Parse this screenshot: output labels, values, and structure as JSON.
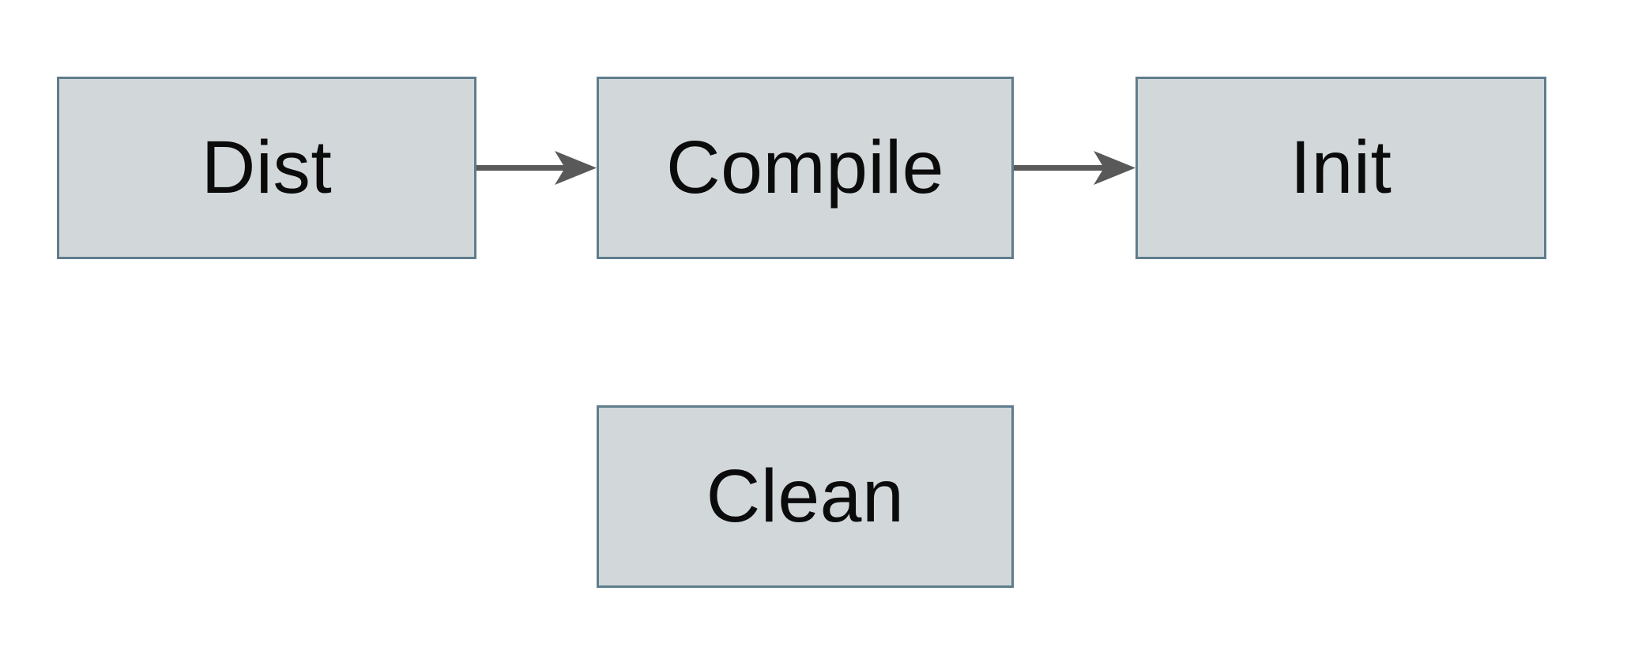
{
  "theme": {
    "canvas_bg": "#ffffff",
    "node_fill": "#d2d8da",
    "node_border": "#5f7d8c",
    "arrow_color": "#595959",
    "text_color": "#0b0b0b"
  },
  "diagram": {
    "type": "flowchart",
    "nodes": [
      {
        "id": "dist",
        "label": "Dist"
      },
      {
        "id": "compile",
        "label": "Compile"
      },
      {
        "id": "init",
        "label": "Init"
      },
      {
        "id": "clean",
        "label": "Clean"
      }
    ],
    "edges": [
      {
        "from": "Dist",
        "to": "Compile",
        "style": "arrow-right"
      },
      {
        "from": "Compile",
        "to": "Init",
        "style": "arrow-right"
      }
    ]
  }
}
